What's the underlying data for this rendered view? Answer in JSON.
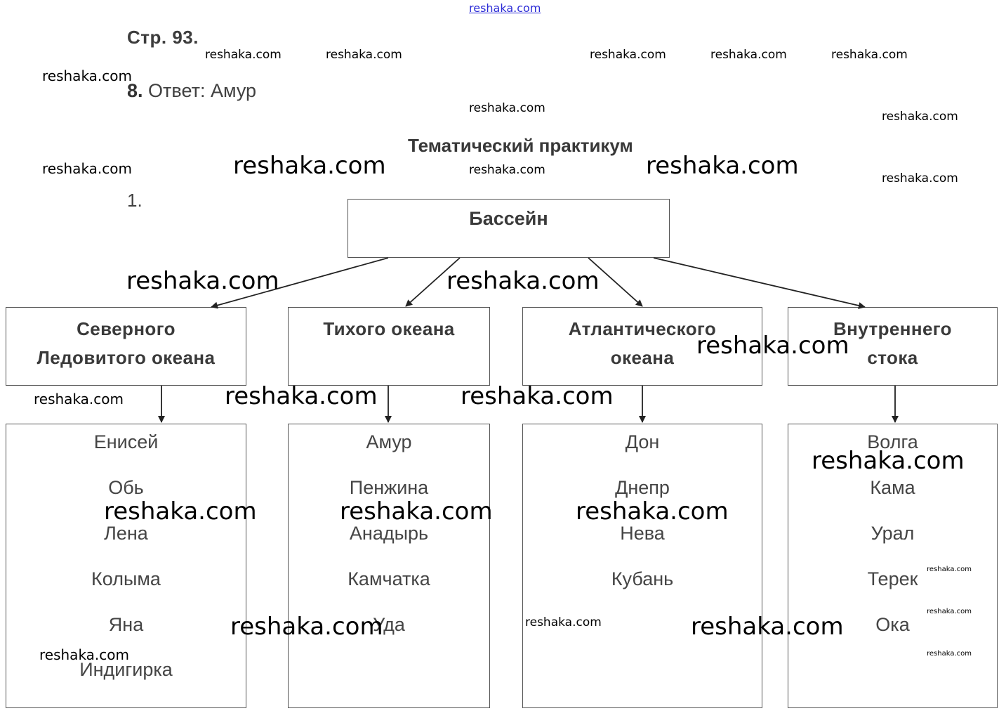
{
  "header": {
    "page_number": "Стр. 93.",
    "answer_number": "8.",
    "answer_text": "Ответ: Амур"
  },
  "section_title": "Тематический практикум",
  "task_number": "1.",
  "diagram": {
    "root": "Бассейн",
    "categories": [
      {
        "label": "Северного\nЛедовитого океана",
        "rivers": [
          "Енисей",
          "Обь",
          "Лена",
          "Колыма",
          "Яна",
          "Индигирка"
        ]
      },
      {
        "label": "Тихого океана",
        "rivers": [
          "Амур",
          "Пенжина",
          "Анадырь",
          "Камчатка",
          "Уда"
        ]
      },
      {
        "label": "Атлантического\nокеана",
        "rivers": [
          "Дон",
          "Днепр",
          "Нева",
          "Кубань"
        ]
      },
      {
        "label": "Внутреннего\nстока",
        "rivers": [
          "Волга",
          "Кама",
          "Урал",
          "Терек",
          "Ока"
        ]
      }
    ]
  },
  "watermark": {
    "text": "reshaka.com"
  },
  "colors": {
    "link_watermark": "#2b2bd6",
    "box_border": "#555555",
    "text": "#3a3a3a"
  }
}
